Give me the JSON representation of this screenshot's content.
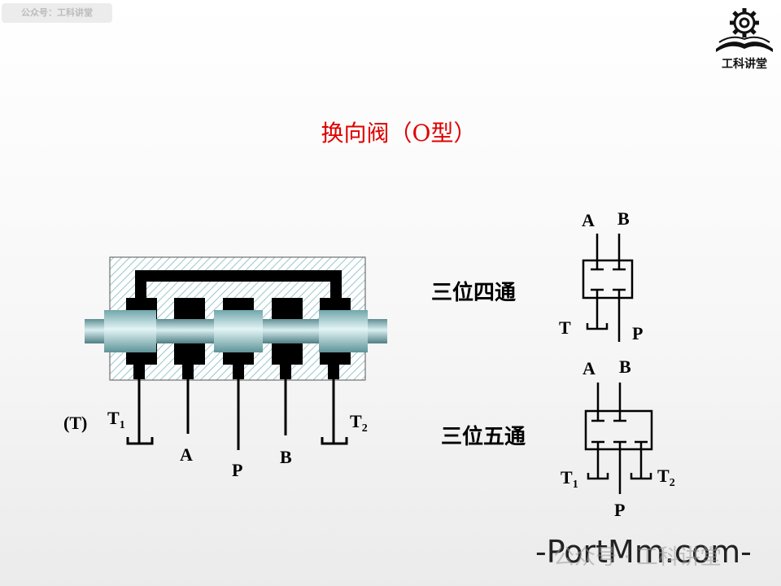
{
  "header": {
    "account_tag": "公众号：工科讲堂"
  },
  "logo": {
    "text": "工科讲堂"
  },
  "title": "换向阀（O型）",
  "valve_ports": {
    "t_bracket": "(T)",
    "t1": "T",
    "t1_sub": "1",
    "a": "A",
    "p": "P",
    "b": "B",
    "t2": "T",
    "t2_sub": "2"
  },
  "symbol_four_way": {
    "label": "三位四通",
    "a": "A",
    "b": "B",
    "t": "T",
    "p": "P"
  },
  "symbol_five_way": {
    "label": "三位五通",
    "a": "A",
    "b": "B",
    "t1": "T",
    "t1_sub": "1",
    "t2": "T",
    "t2_sub": "2",
    "p": "P"
  },
  "footer": {
    "brand": "-PortMm.com-",
    "watermark": "公众号 · 工科讲堂"
  },
  "colors": {
    "title": "#e00000",
    "hatch": "#7fb8bf",
    "spool": "#9fcfd4"
  }
}
